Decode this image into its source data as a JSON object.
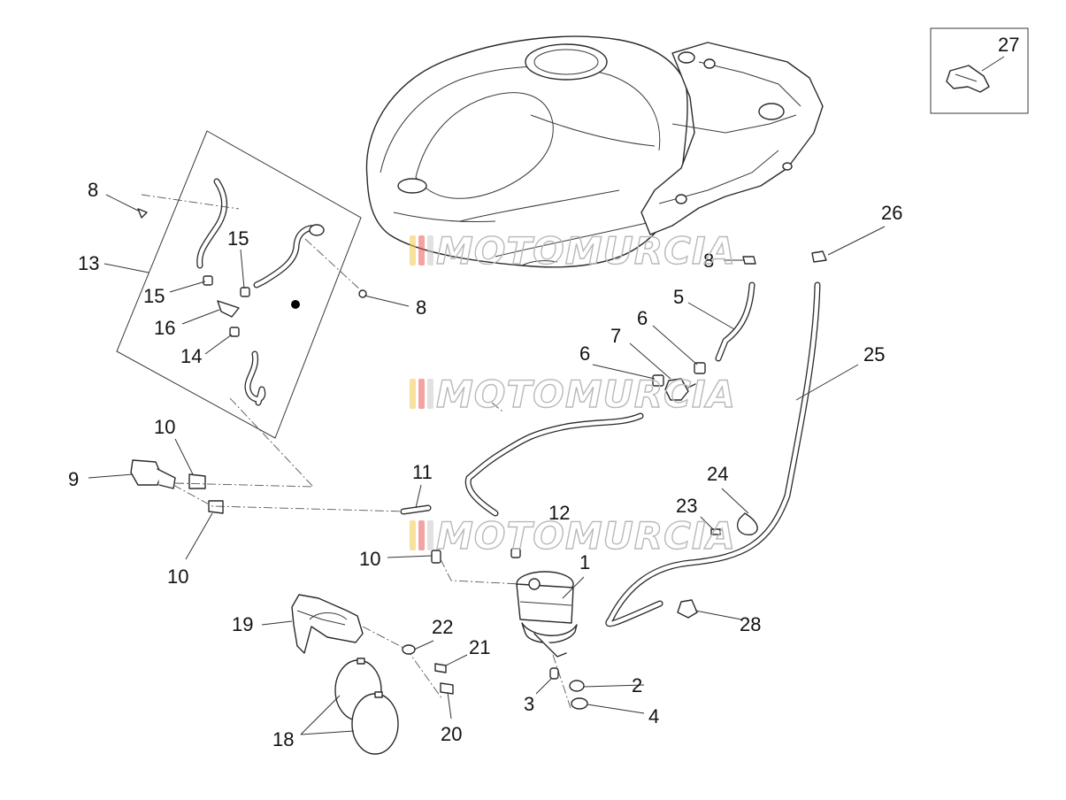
{
  "watermark": {
    "text": "MOTOMURCIA",
    "stripe_colors": [
      "#f2c94c",
      "#eb5757",
      "#c9c9c9"
    ]
  },
  "callouts": {
    "c1": "1",
    "c2": "2",
    "c3": "3",
    "c4": "4",
    "c5": "5",
    "c6a": "6",
    "c6b": "6",
    "c7": "7",
    "c8a": "8",
    "c8b": "8",
    "c8c": "8",
    "c9": "9",
    "c10a": "10",
    "c10b": "10",
    "c10c": "10",
    "c11": "11",
    "c12": "12",
    "c13": "13",
    "c14": "14",
    "c15a": "15",
    "c15b": "15",
    "c16": "16",
    "c18": "18",
    "c19": "19",
    "c20": "20",
    "c21": "21",
    "c22": "22",
    "c23": "23",
    "c24": "24",
    "c25": "25",
    "c26": "26",
    "c27": "27",
    "c28": "28"
  }
}
